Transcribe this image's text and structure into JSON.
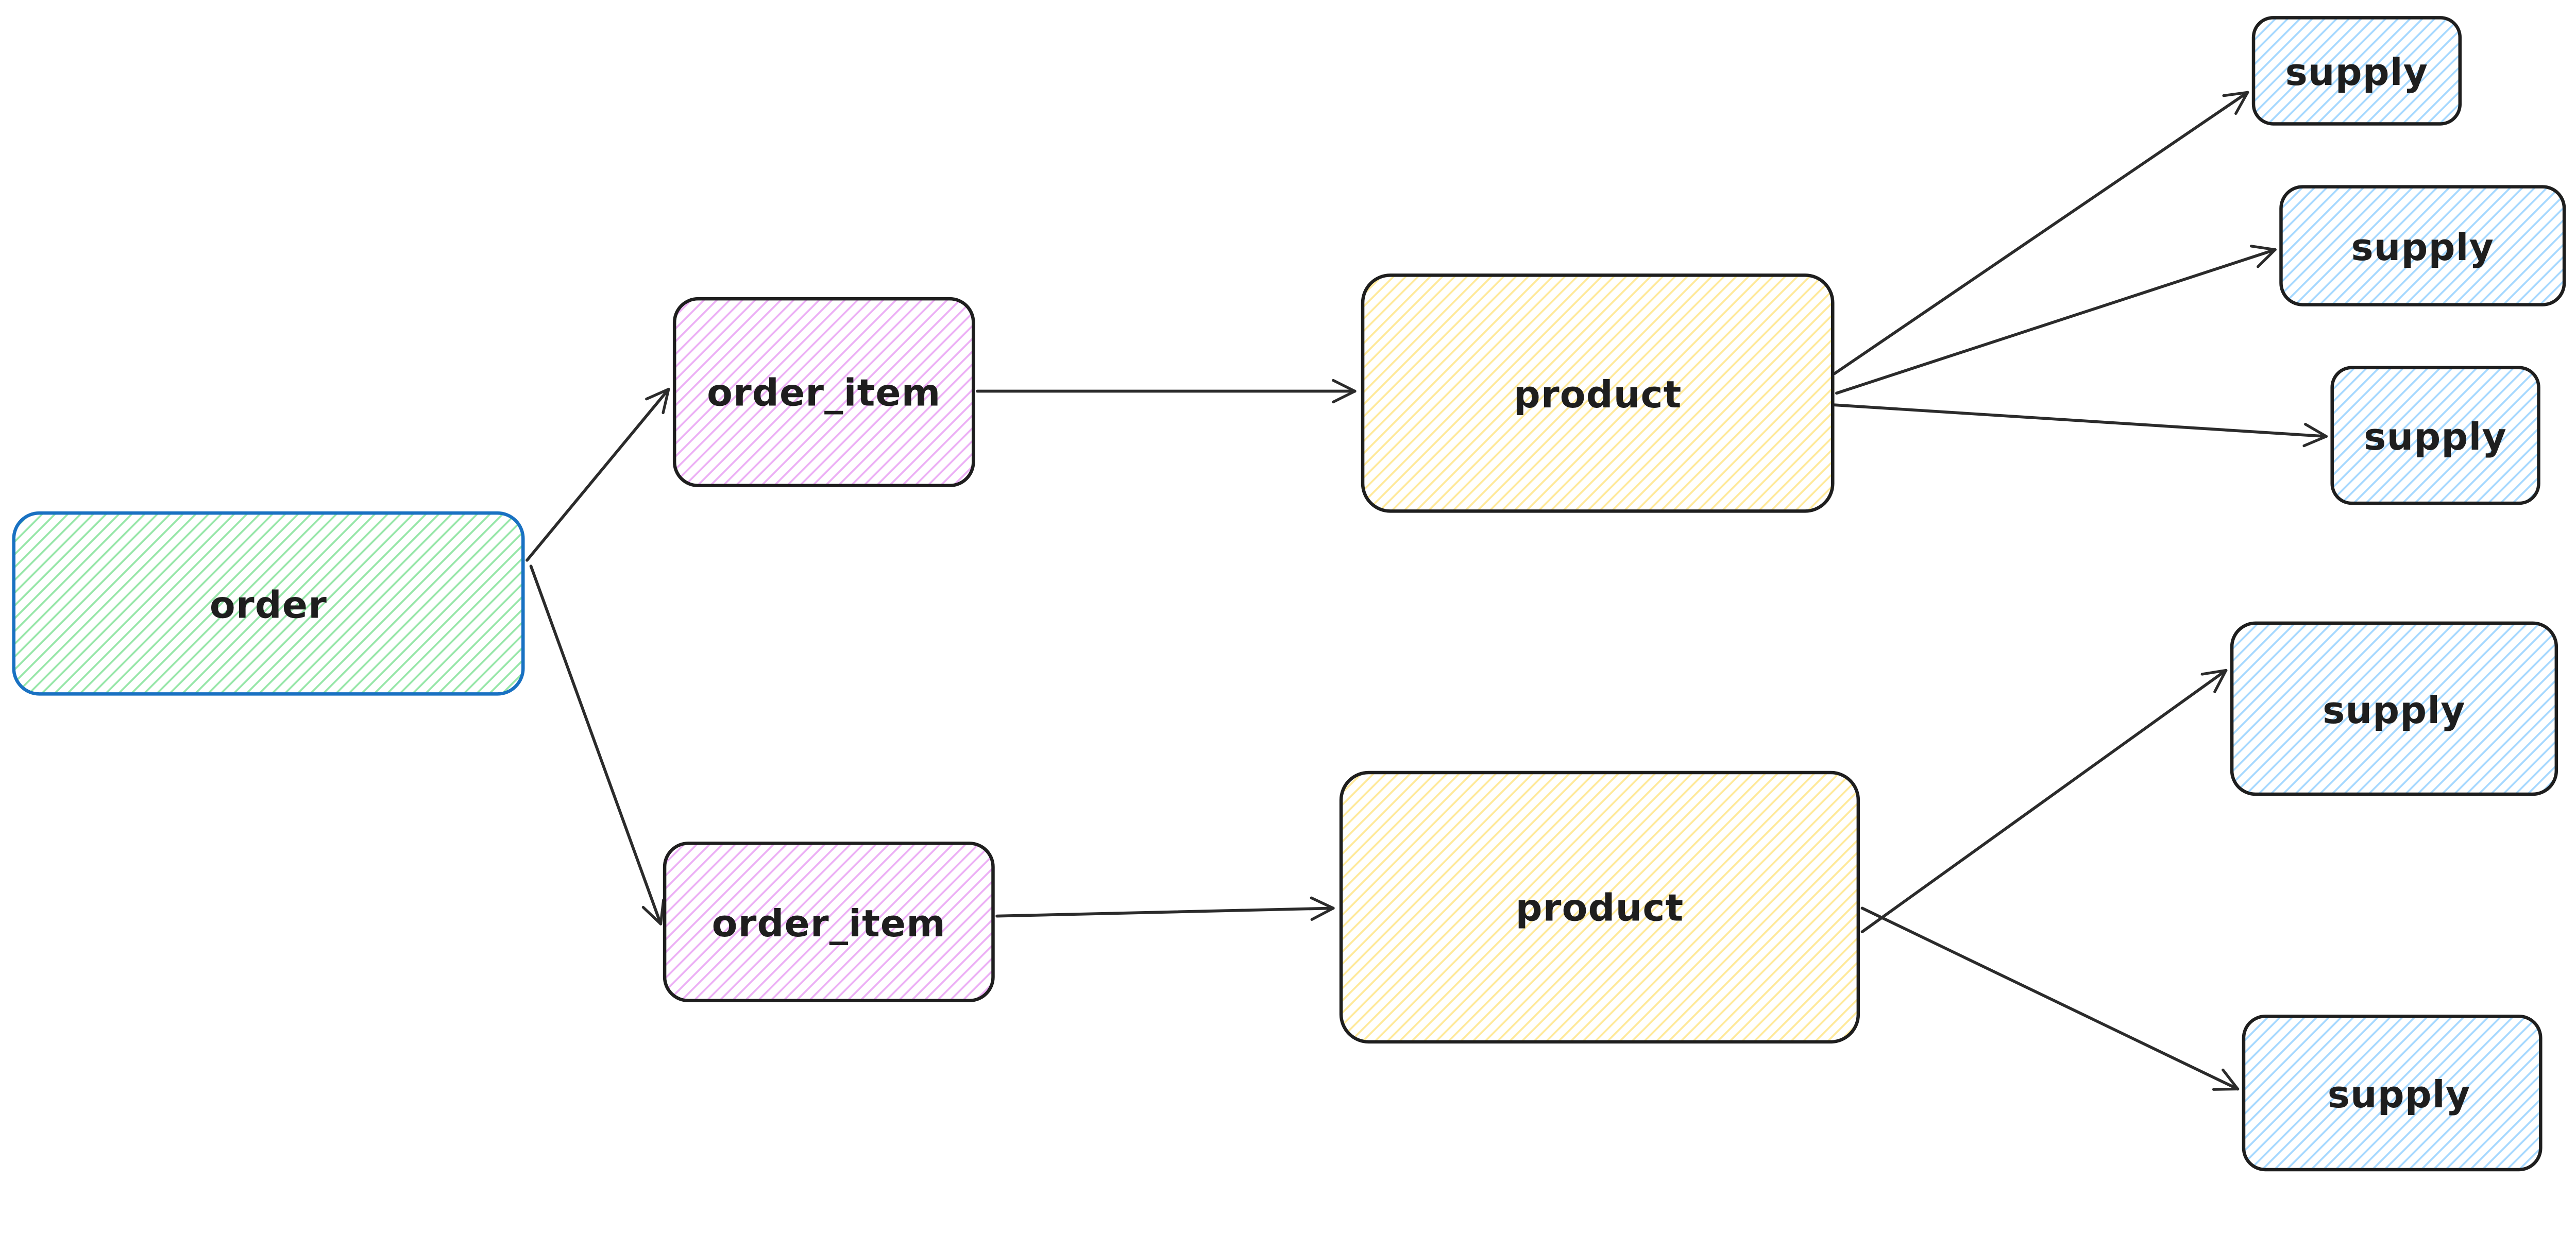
{
  "diagram": {
    "kind": "hand-drawn-entity-diagram",
    "background": "#ffffff",
    "colors": {
      "order_border": "#1971c2",
      "dark_stroke": "#1e1e1e",
      "arrow": "#2b2b2b",
      "label": "#1e1e1e",
      "order_fill": "#96e6a8",
      "order_item_fill": "#ecaff5",
      "product_fill": "#ffe999",
      "supply_fill": "#a5d8ff"
    },
    "nodes": [
      {
        "id": "order",
        "label": "order"
      },
      {
        "id": "order_item_top",
        "label": "order_item"
      },
      {
        "id": "order_item_bottom",
        "label": "order_item"
      },
      {
        "id": "product_top",
        "label": "product"
      },
      {
        "id": "product_bottom",
        "label": "product"
      },
      {
        "id": "supply_1",
        "label": "supply"
      },
      {
        "id": "supply_2",
        "label": "supply"
      },
      {
        "id": "supply_3",
        "label": "supply"
      },
      {
        "id": "supply_4",
        "label": "supply"
      },
      {
        "id": "supply_5",
        "label": "supply"
      }
    ],
    "edges": [
      {
        "from": "order",
        "to": "order_item_top"
      },
      {
        "from": "order",
        "to": "order_item_bottom"
      },
      {
        "from": "order_item_top",
        "to": "product_top"
      },
      {
        "from": "order_item_bottom",
        "to": "product_bottom"
      },
      {
        "from": "product_top",
        "to": "supply_1"
      },
      {
        "from": "product_top",
        "to": "supply_2"
      },
      {
        "from": "product_top",
        "to": "supply_3"
      },
      {
        "from": "product_bottom",
        "to": "supply_4"
      },
      {
        "from": "product_bottom",
        "to": "supply_5"
      }
    ]
  }
}
